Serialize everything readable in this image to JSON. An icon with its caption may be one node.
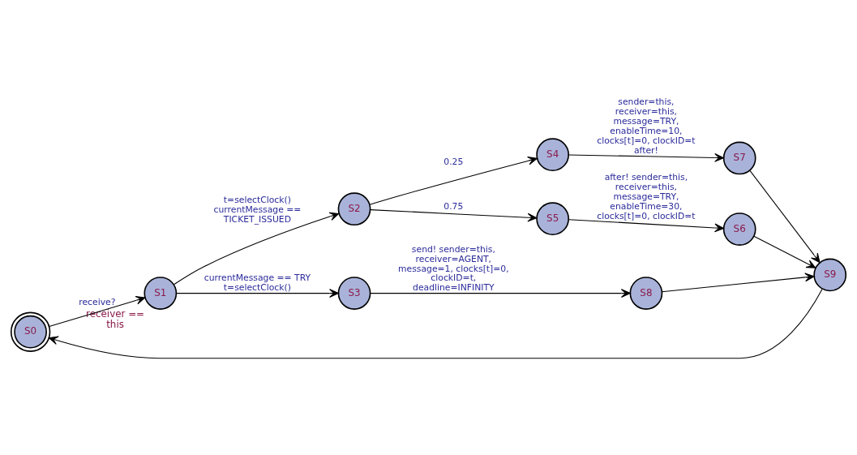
{
  "diagram": {
    "nodes": [
      {
        "text": [
          "S0"
        ]
      },
      {
        "text": [
          "S1"
        ],
        "beside": [
          "receiver == this"
        ]
      },
      {
        "text": [
          "S2"
        ]
      },
      {
        "text": [
          "S3"
        ]
      },
      {
        "text": [
          "S4"
        ]
      },
      {
        "text": [
          "S5"
        ]
      },
      {
        "text": [
          "S6"
        ]
      },
      {
        "text": [
          "S7"
        ]
      },
      {
        "text": [
          "S8"
        ]
      },
      {
        "text": [
          "S9"
        ]
      }
    ],
    "edges": [
      {
        "from": 0,
        "to": 1,
        "arrow": "to",
        "label": "receive?"
      },
      {
        "from": 1,
        "to": 2,
        "arrow": "to",
        "label": "t=selectClock() currentMessage == TICKET_ISSUED"
      },
      {
        "from": 1,
        "to": 3,
        "arrow": "to",
        "label": "currentMessage == TRY t=selectClock()"
      },
      {
        "from": 2,
        "to": 4,
        "arrow": "to",
        "label": "0.25"
      },
      {
        "from": 2,
        "to": 5,
        "arrow": "to",
        "label": "0.75"
      },
      {
        "from": 4,
        "to": 7,
        "arrow": "to",
        "label": "sender=this, receiver=this, message=TRY, enableTime=10, clocks[t]=0, clockID=t after!"
      },
      {
        "from": 5,
        "to": 6,
        "arrow": "to",
        "label": "after! sender=this, receiver=this, message=TRY, enableTime=30, clocks[t]=0, clockID=t"
      },
      {
        "from": 3,
        "to": 8,
        "arrow": "to",
        "label": "send! sender=this, receiver=AGENT, message=1, clocks[t]=0, clockID=t, deadline=INFINITY"
      },
      {
        "from": 7,
        "to": 9,
        "arrow": "to"
      },
      {
        "from": 6,
        "to": 9,
        "arrow": "to"
      },
      {
        "from": 8,
        "to": 9,
        "arrow": "to"
      },
      {
        "from": 9,
        "to": 0,
        "arrow": "to"
      }
    ]
  }
}
